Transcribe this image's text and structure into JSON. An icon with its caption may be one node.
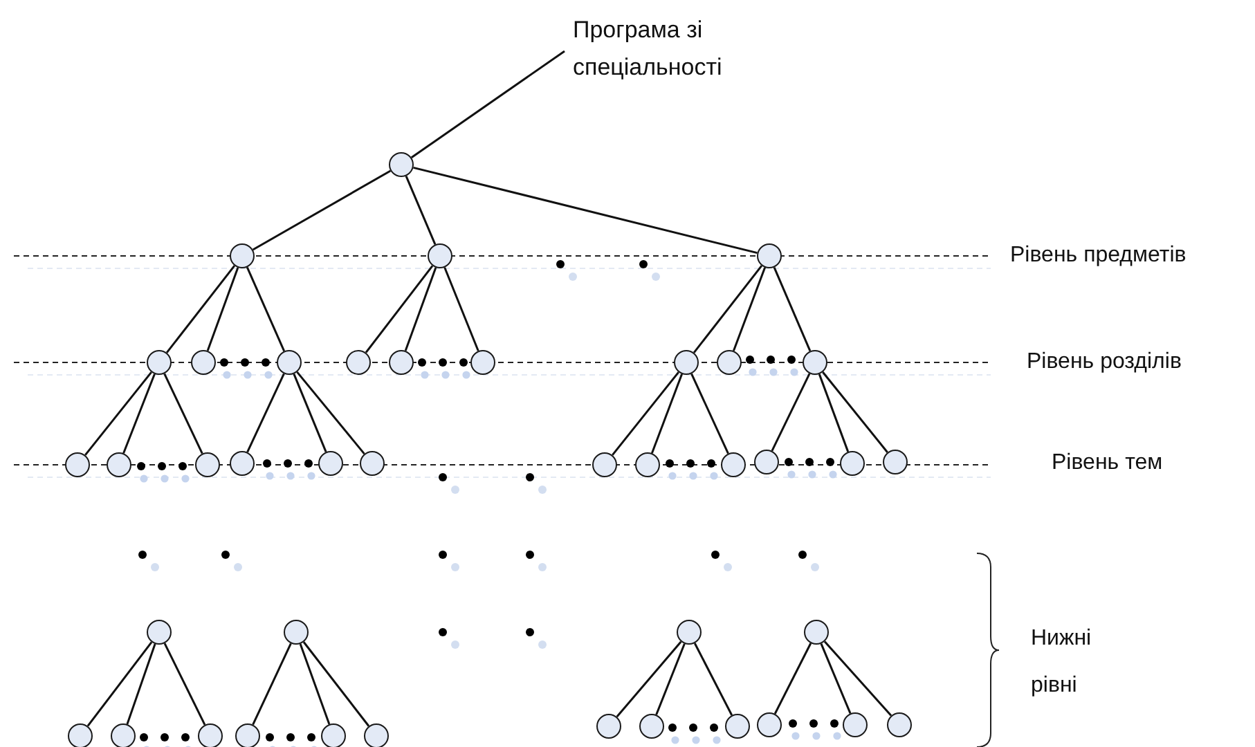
{
  "diagram": {
    "nodes": [
      {
        "text": [
          "Програма зі спеціальності"
        ]
      },
      {
        "text": [],
        "shape": "circle"
      },
      {
        "text": [],
        "shape": "circle"
      },
      {
        "text": [],
        "shape": "circle"
      },
      {
        "text": [],
        "shape": "circle"
      },
      {
        "text": [],
        "shape": "circle"
      },
      {
        "text": [],
        "shape": "circle"
      },
      {
        "text": [],
        "shape": "circle"
      },
      {
        "text": [],
        "shape": "circle"
      },
      {
        "text": [],
        "shape": "circle"
      },
      {
        "text": [],
        "shape": "circle"
      },
      {
        "text": [],
        "shape": "circle"
      },
      {
        "text": [],
        "shape": "circle"
      },
      {
        "text": [],
        "shape": "circle"
      },
      {
        "text": [],
        "shape": "circle"
      },
      {
        "text": [],
        "shape": "circle"
      },
      {
        "text": [],
        "shape": "circle"
      },
      {
        "text": [],
        "shape": "circle"
      },
      {
        "text": [],
        "shape": "circle"
      },
      {
        "text": [],
        "shape": "circle"
      },
      {
        "text": [],
        "shape": "circle"
      },
      {
        "text": [],
        "shape": "circle"
      },
      {
        "text": [],
        "shape": "circle"
      },
      {
        "text": [],
        "shape": "circle"
      },
      {
        "text": [],
        "shape": "circle"
      },
      {
        "text": [],
        "shape": "circle"
      },
      {
        "text": [],
        "shape": "circle"
      },
      {
        "text": [],
        "shape": "circle"
      },
      {
        "text": [],
        "shape": "circle"
      },
      {
        "text": [],
        "shape": "circle"
      },
      {
        "text": [],
        "shape": "circle"
      },
      {
        "text": [],
        "shape": "circle"
      },
      {
        "text": [],
        "shape": "circle"
      },
      {
        "text": [],
        "shape": "circle"
      },
      {
        "text": [],
        "shape": "circle"
      },
      {
        "text": [],
        "shape": "circle"
      },
      {
        "text": [],
        "shape": "circle"
      },
      {
        "text": [],
        "shape": "circle"
      },
      {
        "text": [],
        "shape": "circle"
      },
      {
        "text": [],
        "shape": "circle"
      },
      {
        "text": [],
        "shape": "circle"
      },
      {
        "text": [],
        "shape": "circle"
      }
    ],
    "edges": [
      {
        "from": 0,
        "to": 1,
        "arrow": "none"
      },
      {
        "from": 1,
        "to": 2,
        "arrow": "none"
      },
      {
        "from": 1,
        "to": 3,
        "arrow": "none"
      },
      {
        "from": 1,
        "to": 4,
        "arrow": "none"
      },
      {
        "from": 2,
        "to": 5,
        "arrow": "none"
      },
      {
        "from": 2,
        "to": 6,
        "arrow": "none"
      },
      {
        "from": 2,
        "to": 7,
        "arrow": "none"
      },
      {
        "from": 3,
        "to": 8,
        "arrow": "none"
      },
      {
        "from": 3,
        "to": 9,
        "arrow": "none"
      },
      {
        "from": 3,
        "to": 10,
        "arrow": "none"
      },
      {
        "from": 4,
        "to": 11,
        "arrow": "none"
      },
      {
        "from": 4,
        "to": 12,
        "arrow": "none"
      },
      {
        "from": 4,
        "to": 13,
        "arrow": "none"
      },
      {
        "from": 5,
        "to": 14,
        "arrow": "none"
      },
      {
        "from": 5,
        "to": 15,
        "arrow": "none"
      },
      {
        "from": 5,
        "to": 16,
        "arrow": "none"
      },
      {
        "from": 7,
        "to": 17,
        "arrow": "none"
      },
      {
        "from": 7,
        "to": 18,
        "arrow": "none"
      },
      {
        "from": 7,
        "to": 19,
        "arrow": "none"
      },
      {
        "from": 11,
        "to": 20,
        "arrow": "none"
      },
      {
        "from": 11,
        "to": 21,
        "arrow": "none"
      },
      {
        "from": 11,
        "to": 22,
        "arrow": "none"
      },
      {
        "from": 13,
        "to": 23,
        "arrow": "none"
      },
      {
        "from": 13,
        "to": 24,
        "arrow": "none"
      },
      {
        "from": 13,
        "to": 25,
        "arrow": "none"
      },
      {
        "from": 26,
        "to": 30,
        "arrow": "none"
      },
      {
        "from": 26,
        "to": 31,
        "arrow": "none"
      },
      {
        "from": 26,
        "to": 32,
        "arrow": "none"
      },
      {
        "from": 27,
        "to": 33,
        "arrow": "none"
      },
      {
        "from": 27,
        "to": 34,
        "arrow": "none"
      },
      {
        "from": 27,
        "to": 35,
        "arrow": "none"
      },
      {
        "from": 28,
        "to": 36,
        "arrow": "none"
      },
      {
        "from": 28,
        "to": 37,
        "arrow": "none"
      },
      {
        "from": 28,
        "to": 38,
        "arrow": "none"
      },
      {
        "from": 29,
        "to": 39,
        "arrow": "none"
      },
      {
        "from": 29,
        "to": 40,
        "arrow": "none"
      },
      {
        "from": 29,
        "to": 41,
        "arrow": "none"
      }
    ],
    "labels": [
      "Рівень предметів",
      "Рівень розділів",
      "Рівень тем",
      "Нижні рівні"
    ]
  }
}
